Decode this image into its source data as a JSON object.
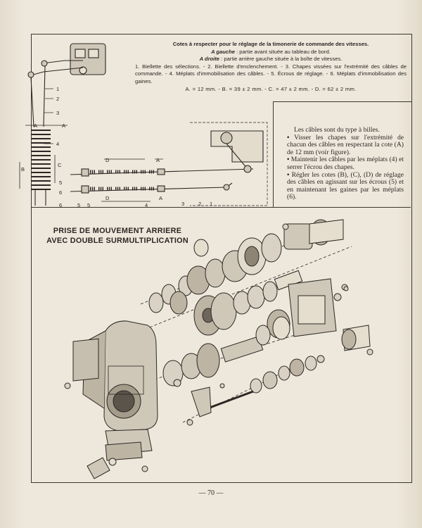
{
  "caption": {
    "title": "Cotes à respecter pour le réglage de la timonerie de commande des vitesses.",
    "left_label": "A gauche",
    "left_text": " : partie avant située au tableau de bord.",
    "right_label": "A droite",
    "right_text": " : partie arrière gauche située à la boîte de vitesses.",
    "legend": "1. Biellette des sélections. - 2. Biellette d'enclenchement. - 3. Chapes vissées sur l'extrémité des câbles de commande. - 4. Méplats d'immobilisation des câbles. - 5. Écrous de réglage. - 6. Méplats d'immobilisation des gaines.",
    "dimensions": "A. = 12 mm. - B. = 39 ± 2 mm. - C. = 47 ± 2 mm. - D. = 62 ± 2 mm."
  },
  "note": {
    "intro": "Les câbles sont du type à billes.",
    "bullets": [
      "Visser les chapes sur l'extrémité de chacun des câbles en respectant la cote (A) de 12 mm (voir figure).",
      "Maintenir les câbles par les méplats (4) et serrer l'écrou des chapes.",
      "Régler les cotes (B), (C), (D) de réglage des câbles en agissant sur les écrous (5) et en maintenant les gaines par les méplats (6)."
    ]
  },
  "figure_labels": {
    "n1": "1",
    "n2": "2",
    "n3": "3",
    "n4": "4",
    "n5": "5",
    "n6": "6",
    "A": "A",
    "B": "B",
    "C": "C",
    "D": "D"
  },
  "section_title": {
    "line1": "PRISE DE MOUVEMENT ARRIERE",
    "line2": "AVEC DOUBLE SURMULTIPLICATION"
  },
  "page_number": "— 70 —"
}
